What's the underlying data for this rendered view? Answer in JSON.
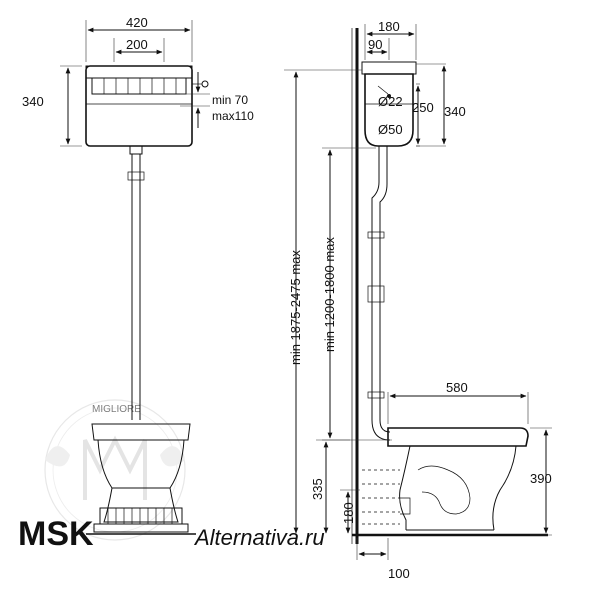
{
  "front_view": {
    "tank_width": "420",
    "tank_inner_width": "200",
    "tank_height": "340",
    "outlet_height_min": "min 70",
    "outlet_height_max": "max110"
  },
  "side_view": {
    "tank_depth": "180",
    "tank_offset": "90",
    "pipe_diameter_small": "Ø22",
    "pipe_diameter_large": "Ø50",
    "tank_inlet_height": "250",
    "tank_total_height": "340",
    "overall_height": "min 1875-2475 max",
    "pipe_height": "min 1200-1800 max",
    "bowl_length": "580",
    "bowl_height": "390",
    "outlet_height": "335",
    "outlet_axis": "180",
    "outlet_offset": "100"
  },
  "watermark": {
    "brand_left": "MSK",
    "brand_right": "Alternativa.ru",
    "seal_text": "MIGLIORE"
  }
}
